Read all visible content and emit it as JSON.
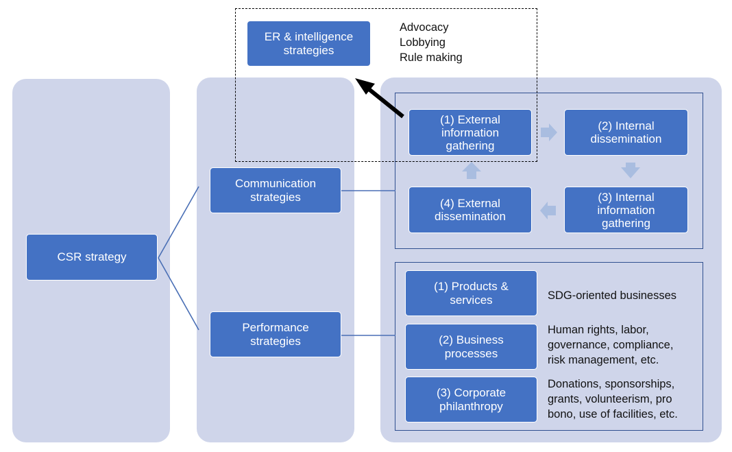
{
  "top": {
    "er_box": "ER & intelligence\nstrategies",
    "er_notes": "Advocacy\nLobbying\nRule making"
  },
  "left": {
    "csr_box": "CSR strategy"
  },
  "middle": {
    "communication_box": "Communication\nstrategies",
    "performance_box": "Performance\nstrategies"
  },
  "cycle": {
    "step1": "(1) External\ninformation\ngathering",
    "step2": "(2) Internal\ndissemination",
    "step3": "(3) Internal\ninformation\ngathering",
    "step4": "(4) External\ndissemination"
  },
  "performance": {
    "item1": {
      "label": "(1) Products &\nservices",
      "desc": "SDG-oriented businesses"
    },
    "item2": {
      "label": "(2) Business\nprocesses",
      "desc": "Human rights, labor,\ngovernance, compliance,\nrisk management, etc."
    },
    "item3": {
      "label": "(3) Corporate\nphilanthropy",
      "desc": "Donations, sponsorships,\ngrants, volunteerism, pro\nbono, use of facilities, etc."
    }
  },
  "colors": {
    "panel": "#cfd5ea",
    "box": "#4472c4",
    "frame": "#2f4f8f",
    "connector": "#4a6fb5",
    "cycle_arrow": "#a9bde0"
  }
}
